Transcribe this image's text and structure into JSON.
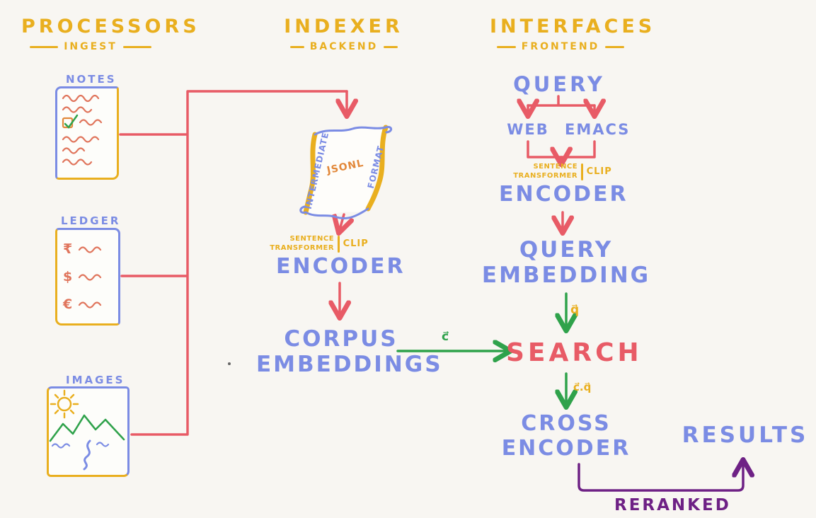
{
  "colors": {
    "bg": "#f8f6f2",
    "gold": "#e9af1f",
    "blue": "#7b8ce4",
    "red": "#e85b66",
    "green": "#2fa24b",
    "purple": "#6e2185",
    "salmon": "#e0755c",
    "orange": "#e2883a"
  },
  "headers": {
    "processors": {
      "title": "PROCESSORS",
      "subtitle": "INGEST"
    },
    "indexer": {
      "title": "INDEXER",
      "subtitle": "BACKEND"
    },
    "interfaces": {
      "title": "INTERFACES",
      "subtitle": "FRONTEND"
    }
  },
  "sources": {
    "notes": {
      "label": "NOTES"
    },
    "ledger": {
      "label": "LEDGER",
      "currency1": "₹",
      "currency2": "$",
      "currency3": "€"
    },
    "images": {
      "label": "IMAGES"
    }
  },
  "indexer": {
    "scroll": {
      "left": "INTERMEDIATE",
      "center": "JSONL",
      "right": "FORMAT"
    },
    "model": {
      "line1": "SENTENCE",
      "line2": "TRANSFORMER",
      "alt": "CLIP"
    },
    "encoder": "ENCODER",
    "corpus": {
      "line1": "CORPUS",
      "line2": "EMBEDDINGS"
    }
  },
  "interfaces": {
    "query": "QUERY",
    "web": "WEB",
    "emacs": "EMACS",
    "model": {
      "line1": "SENTENCE",
      "line2": "TRANSFORMER",
      "alt": "CLIP"
    },
    "encoder": "ENCODER",
    "query_embedding": {
      "line1": "QUERY",
      "line2": "EMBEDDING"
    },
    "search": "SEARCH",
    "cross_encoder": {
      "line1": "CROSS",
      "line2": "ENCODER"
    },
    "results": "RESULTS",
    "reranked": "RERANKED"
  },
  "vectors": {
    "corpus": "c⃗",
    "query": "q⃗",
    "dot_product": "c⃗.q⃗"
  }
}
